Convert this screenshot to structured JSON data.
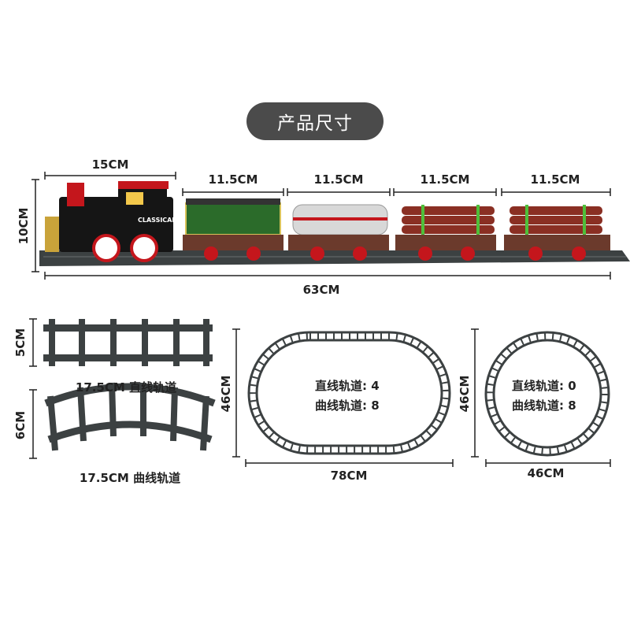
{
  "title": "产品尺寸",
  "train": {
    "locomotive_length": "15CM",
    "car_lengths": [
      "11.5CM",
      "11.5CM",
      "11.5CM",
      "11.5CM"
    ],
    "height": "10CM",
    "total_length": "63CM",
    "logo_text": "CLASSICAL"
  },
  "tracks": {
    "straight": {
      "height": "5CM",
      "label": "17.5CM 直线轨道"
    },
    "curved": {
      "height": "6CM",
      "label": "17.5CM 曲线轨道"
    },
    "oval": {
      "height": "46CM",
      "width": "78CM",
      "straight_count": "直线轨道: 4",
      "curve_count": "曲线轨道: 8"
    },
    "circle": {
      "height": "46CM",
      "width": "46CM",
      "straight_count": "直线轨道: 0",
      "curve_count": "曲线轨道: 8"
    }
  },
  "colors": {
    "track": "#3c4142",
    "pill": "#4b4b4b",
    "dimension": "#222222"
  }
}
